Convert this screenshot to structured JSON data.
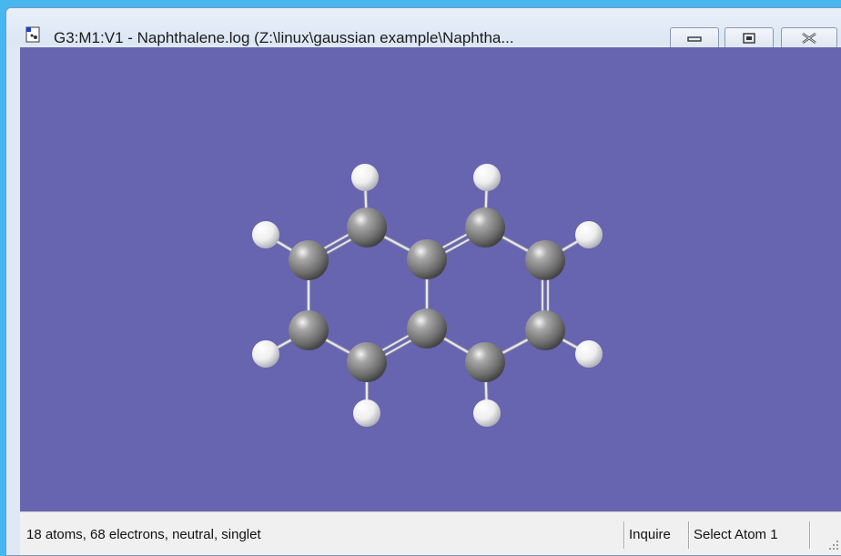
{
  "window": {
    "title": "G3:M1:V1 - Naphthalene.log (Z:\\linux\\gaussian example\\Naphtha...",
    "icons": {
      "app": "gaussview-document-icon",
      "minimize": "minimize-icon",
      "maximize": "restore-icon",
      "close": "close-icon"
    }
  },
  "viewport": {
    "background": "#6764b0",
    "carbon_color": "#7a7a7a",
    "hydrogen_color": "#f2f2f2",
    "bond_color": "#e8e8e8"
  },
  "statusbar": {
    "summary": "18 atoms, 68 electrons, neutral, singlet",
    "mode": "Inquire",
    "action": "Select Atom 1"
  }
}
